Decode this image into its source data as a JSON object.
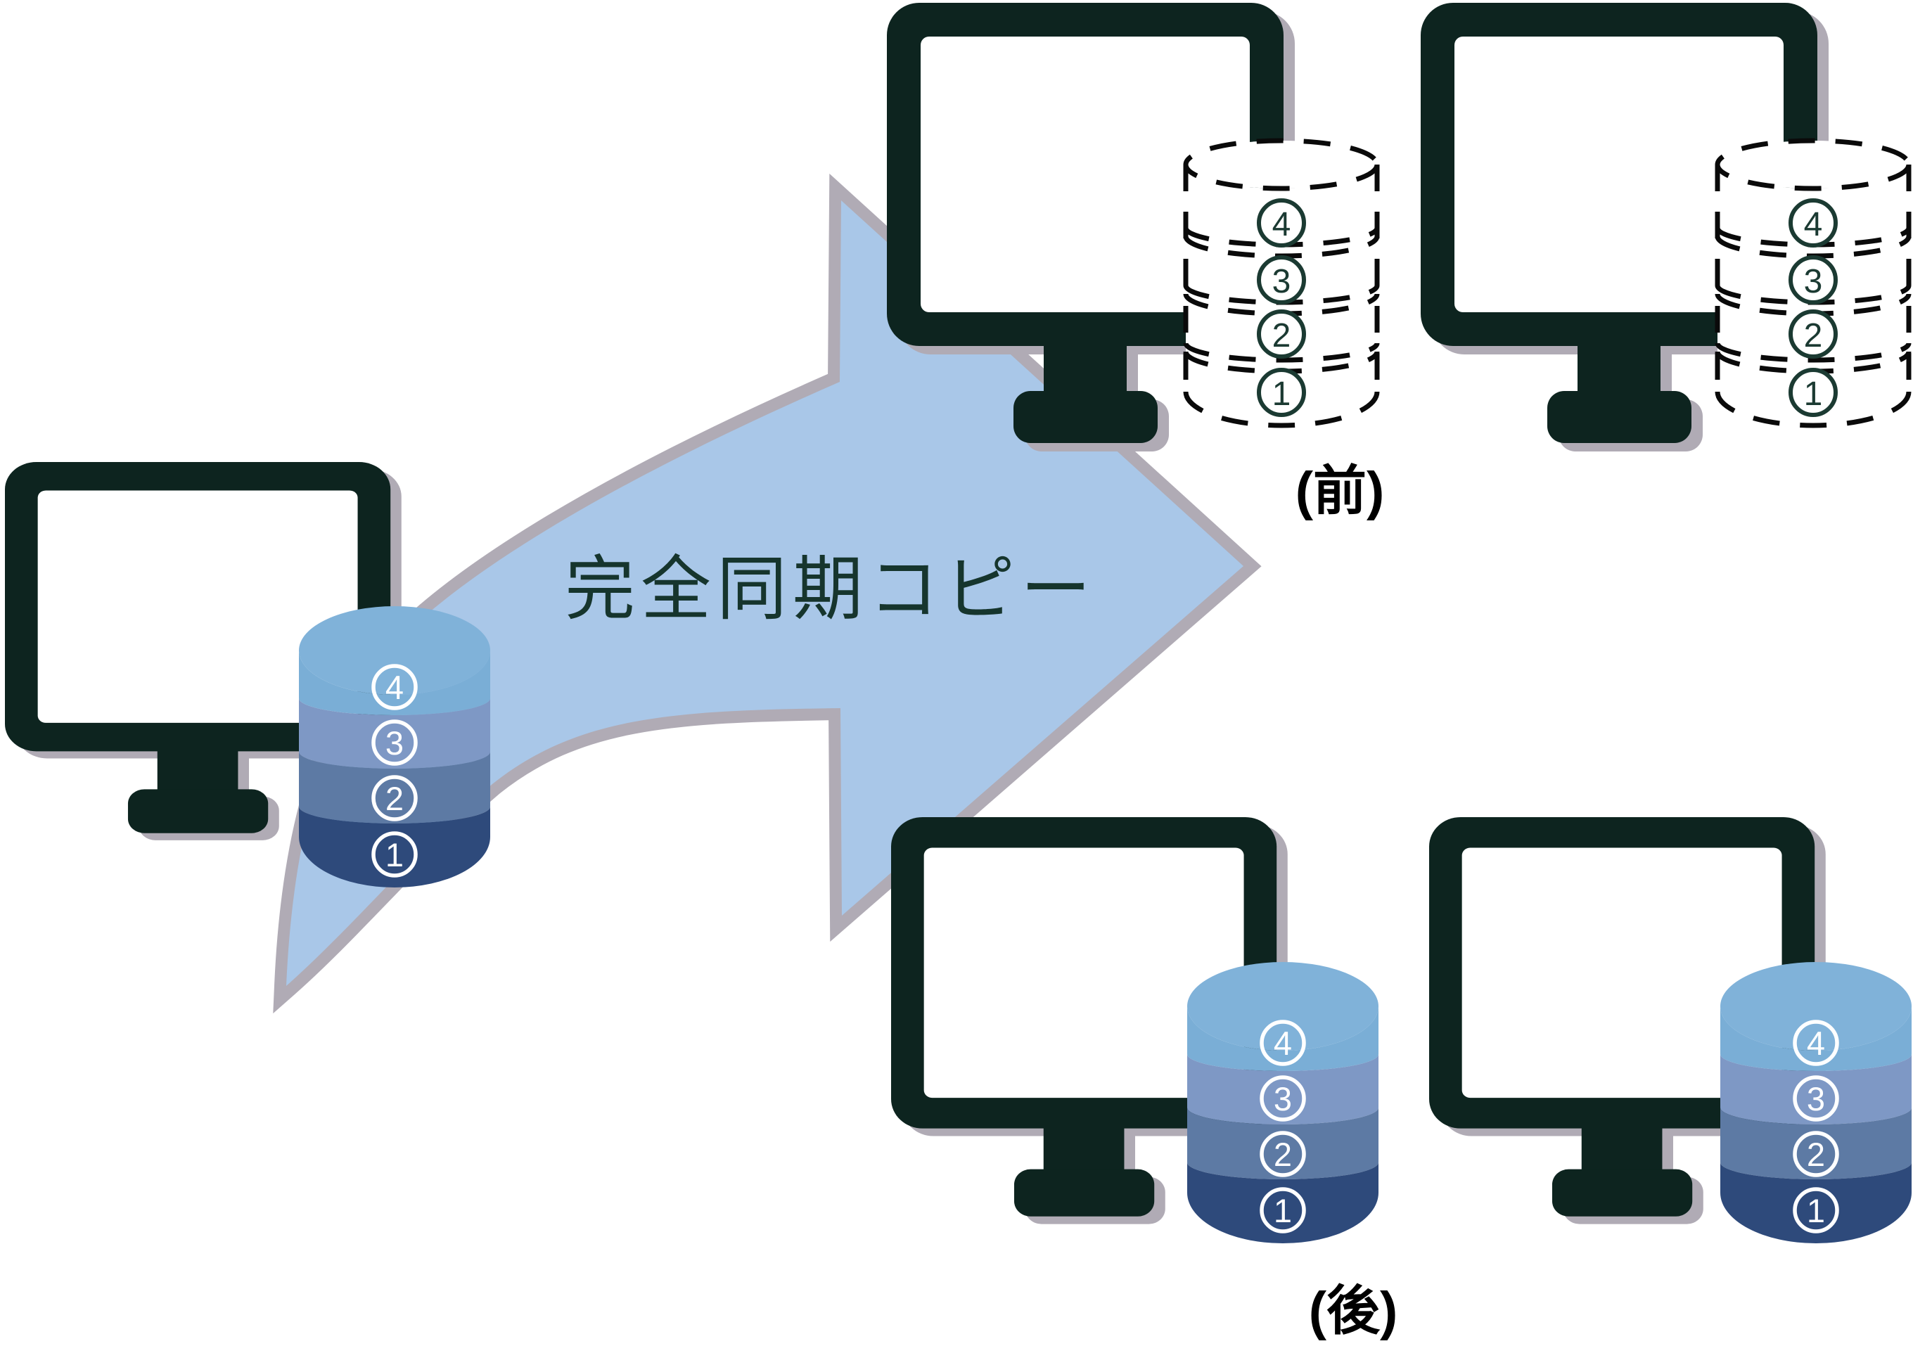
{
  "arrow": {
    "label": "完全同期コピー"
  },
  "labels": {
    "before": "(前)",
    "after": "(後)"
  },
  "colors": {
    "monitor": "#0d241f",
    "monitor_shadow": "#b0abb5",
    "screen": "#ffffff",
    "arrow_fill": "#a9c7e8",
    "arrow_outline": "#b0abb5",
    "arrow_text": "#16352d",
    "dash_stroke": "#0a0a0a",
    "dash_number": "#1b3a32",
    "solid_number": "#ffffff",
    "label_color": "#000000"
  },
  "database": {
    "top_color": "#80b2d9",
    "solid_segments": [
      {
        "num": "4",
        "color": "#7aaed6"
      },
      {
        "num": "3",
        "color": "#7e98c5"
      },
      {
        "num": "2",
        "color": "#5d7aa4"
      },
      {
        "num": "1",
        "color": "#2e4a7b"
      }
    ],
    "dashed_segments": [
      {
        "num": "4"
      },
      {
        "num": "3"
      },
      {
        "num": "2"
      },
      {
        "num": "1"
      }
    ]
  }
}
